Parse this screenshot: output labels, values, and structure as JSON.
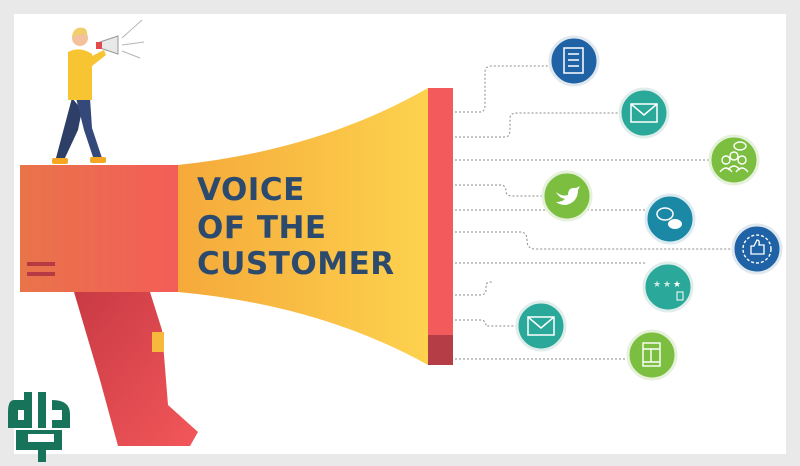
{
  "headline": {
    "line1": "VOICE",
    "line2": "OF THE",
    "line3": "CUSTOMER"
  },
  "colors": {
    "blue": "#1f63a6",
    "teal": "#2aa89a",
    "green": "#7cbf40",
    "tealBlue": "#1b89a6",
    "navyText": "#2c4a6e",
    "rimRed": "#f25a5c",
    "logoGreen": "#17735a"
  },
  "channels": [
    {
      "icon": "survey-document-icon"
    },
    {
      "icon": "email-icon"
    },
    {
      "icon": "community-group-icon"
    },
    {
      "icon": "twitter-icon"
    },
    {
      "icon": "chat-bubbles-icon"
    },
    {
      "icon": "thumbs-up-badge-icon"
    },
    {
      "icon": "star-rating-icon"
    },
    {
      "icon": "email-icon"
    },
    {
      "icon": "web-form-icon"
    }
  ]
}
